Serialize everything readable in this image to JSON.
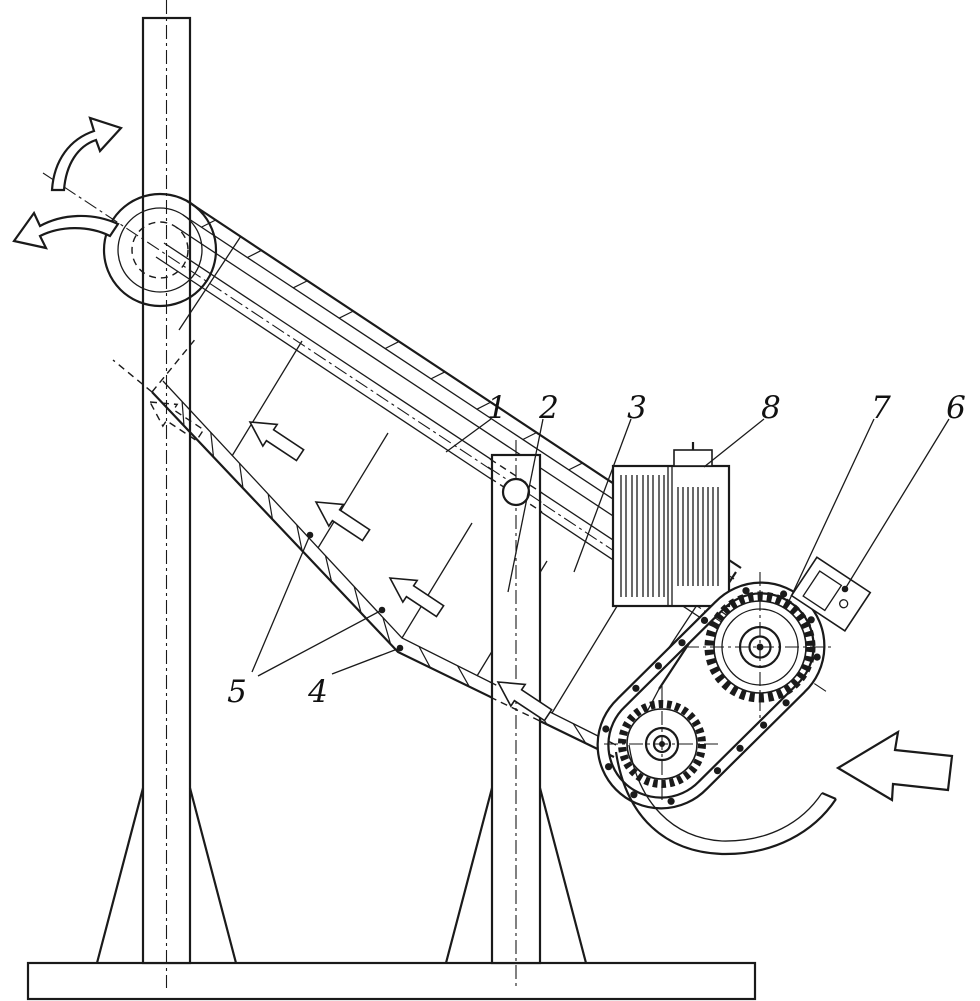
{
  "figure": {
    "type": "technical-drawing",
    "labels": {
      "l1": "1",
      "l2": "2",
      "l3": "3",
      "l4": "4",
      "l5": "5",
      "l6": "6",
      "l7": "7",
      "l8": "8"
    },
    "colors": {
      "ink": "#1a1a1a",
      "paper": "#ffffff"
    }
  }
}
